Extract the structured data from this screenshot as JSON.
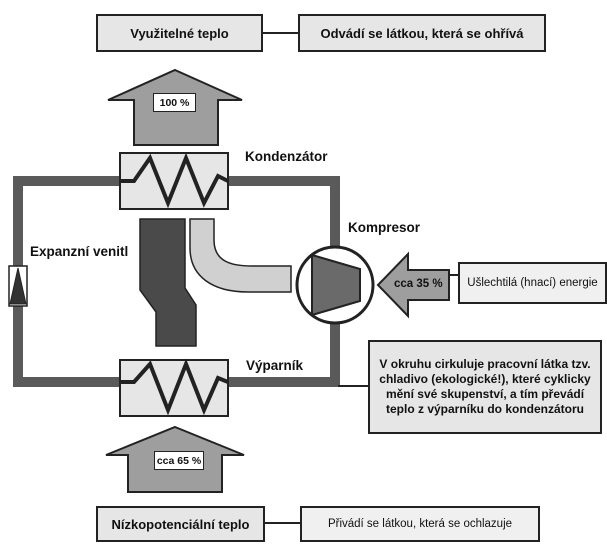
{
  "labels": {
    "useful_heat": "Využitelné teplo",
    "useful_heat_note": "Odvádí se látkou, která se ohřívá",
    "low_potential_heat": "Nízkopotenciální teplo",
    "low_potential_note": "Přivádí se látkou, která se ochlazuje",
    "noble_energy": "Ušlechtilá (hnací) energie",
    "condenser": "Kondenzátor",
    "evaporator": "Výparník",
    "compressor": "Kompresor",
    "expansion_valve": "Expanzní venitl"
  },
  "percentages": {
    "top": "100 %",
    "bottom": "cca 65 %",
    "compressor": "cca 35 %"
  },
  "description": "V okruhu cirkuluje pracovní látka tzv. chladivo (ekologické!), které cyklicky mění své skupenství, a tím převádí teplo z výparníku do kondenzátoru",
  "colors": {
    "pipe": "#5a5a5a",
    "arrow_fill": "#9e9e9e",
    "box_fill": "#e6e6e6",
    "dark_shape": "#4a4a4a",
    "light_shape": "#d0d0d0"
  }
}
